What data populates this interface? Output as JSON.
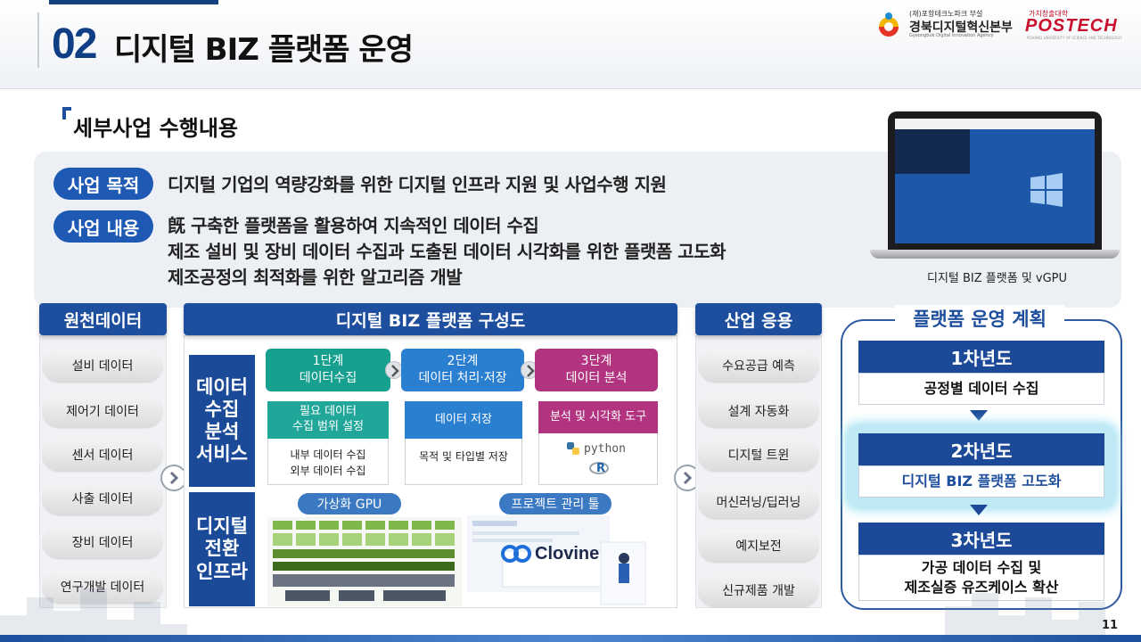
{
  "header": {
    "section_number": "02",
    "title": "디지털 BIZ 플랫폼 운영",
    "logo1_small": "(재)포항테크노파크 부설",
    "logo1_main": "경북디지털혁신본부",
    "logo1_sub": "Gyeongbuk Digital Innovation Agency",
    "logo2_small": "가치창출대학",
    "logo2_main": "POSTECH",
    "logo2_sub": "POHANG UNIVERSITY OF SCIENCE AND TECHNOLOGY"
  },
  "subtitle": "세부사업 수행내용",
  "summary": {
    "purpose_label": "사업 목적",
    "purpose_text": "디지털 기업의 역량강화를 위한 디지털 인프라 지원 및 사업수행 지원",
    "content_label": "사업 내용",
    "content_lines": [
      "旣 구축한 플랫폼을 활용하여 지속적인 데이터 수집",
      "제조 설비 및 장비 데이터 수집과 도출된 데이터 시각화를 위한 플랫폼 고도화",
      "제조공정의 최적화를 위한 알고리즘 개발"
    ]
  },
  "laptop_caption": "디지털 BIZ 플랫폼 및 vGPU",
  "source_data": {
    "header": "원천데이터",
    "items": [
      "설비 데이터",
      "제어기 데이터",
      "센서 데이터",
      "사출 데이터",
      "장비 데이터",
      "연구개발 데이터"
    ]
  },
  "platform": {
    "header": "디지털 BIZ 플랫폼 구성도",
    "service_block": "데이터\n수집\n분석\n서비스",
    "infra_block": "디지털\n전환\n인프라",
    "stages": [
      {
        "line1": "1단계",
        "line2": "데이터수집"
      },
      {
        "line1": "2단계",
        "line2": "데이터 처리·저장"
      },
      {
        "line1": "3단계",
        "line2": "데이터 분석"
      }
    ],
    "cards": [
      {
        "title1": "필요 데이터",
        "title2": "수집 범위 설정",
        "body1": "내부 데이터 수집",
        "body2": "외부 데이터 수집"
      },
      {
        "title1": "데이터 저장",
        "title2": "",
        "body1": "목적 및 타입별 저장",
        "body2": ""
      },
      {
        "title1": "분석 및 시각화 도구",
        "title2": "",
        "body1": "python",
        "body2": "R"
      }
    ],
    "gpu_label": "가상화 GPU",
    "pm_label": "프로젝트 관리 툴",
    "clovine": "Clovine"
  },
  "industry": {
    "header": "산업 응용",
    "items": [
      "수요공급 예측",
      "설계 자동화",
      "디지털 트윈",
      "머신러닝/딥러닝",
      "예지보전",
      "신규제품 개발"
    ]
  },
  "plan": {
    "title": "플랫폼 운영 계획",
    "years": [
      {
        "label": "1차년도",
        "text": "공정별 데이터 수집"
      },
      {
        "label": "2차년도",
        "text": "디지털 BIZ 플랫폼 고도화"
      },
      {
        "label": "3차년도",
        "text": "가공 데이터 수집 및\n제조실증 유즈케이스 확산"
      }
    ]
  },
  "page_number": "11",
  "colors": {
    "navy": "#1e4f9e",
    "stage1": "#17a08f",
    "stage2": "#2a7fd0",
    "stage3": "#b2337f",
    "highlight_text": "#1e4f9e"
  }
}
